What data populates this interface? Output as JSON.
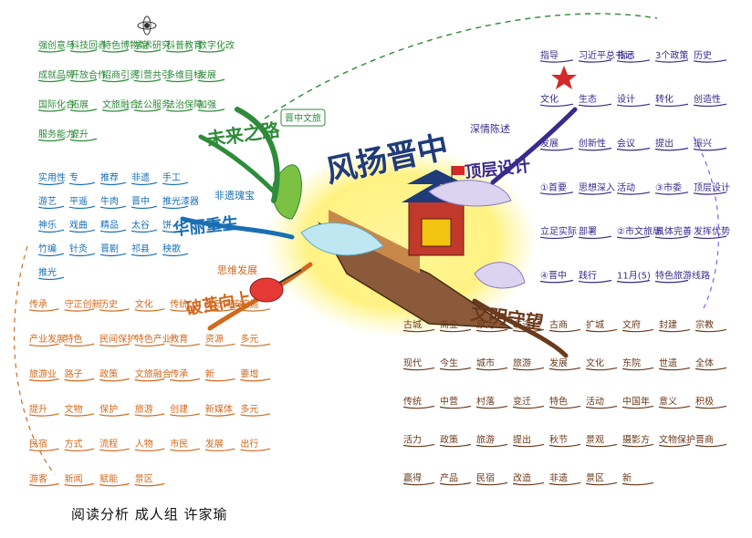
{
  "center": {
    "title": "风扬晋中",
    "stamp": "晋中文旅"
  },
  "branches": {
    "future": {
      "title": "未来之路",
      "color": "#2e8b3a",
      "leaves": [
        "强创意与",
        "科技回赤",
        "特色博物馆",
        "学术研究",
        "科普教育",
        "数字化改",
        "成就品牌",
        "开放合作",
        "招商引资",
        "引营共引",
        "多维目标",
        "发展",
        "国际化合",
        "拓展",
        "文旅融合",
        "法公服务",
        "法治保障",
        "加强",
        "服务能力",
        "提升"
      ]
    },
    "top_design": {
      "title": "顶层设计",
      "color": "#3a2a8c",
      "tag": "深情陈述",
      "leaves": [
        "指导",
        "习近平总书记",
        "指示",
        "3个政策",
        "历史",
        "文化",
        "生态",
        "设计",
        "转化",
        "创造性",
        "发展",
        "创新性",
        "会议",
        "提出",
        "振兴",
        "①首要",
        "思想深入",
        "活动",
        "③市委",
        "顶层设计",
        "立足实际",
        "部署",
        "②市文旅局",
        "具体完善",
        "发挥优势",
        "④晋中",
        "践行",
        "11月(5)",
        "特色旅游线路"
      ]
    },
    "culture": {
      "title": "文明守望",
      "color": "#6b3a1c",
      "leaves": [
        "古城",
        "商业",
        "原为",
        "非遗",
        "古商",
        "扩城",
        "文府",
        "封建",
        "宗教",
        "现代",
        "今生",
        "城市",
        "旅游",
        "发展",
        "文化",
        "东院",
        "世遗",
        "全体",
        "传统",
        "中营",
        "村落",
        "变迁",
        "特色",
        "活动",
        "中国年",
        "意义",
        "积极",
        "活力",
        "政策",
        "旅游",
        "提出",
        "秋节",
        "景观",
        "摄影方",
        "文物保护",
        "晋商",
        "赢得",
        "产品",
        "民宿",
        "改造",
        "非遗",
        "景区",
        "新"
      ]
    },
    "dev": {
      "title": "破茧向上",
      "color": "#d2691e",
      "tag": "思维发展",
      "leaves": [
        "传承",
        "守正创新",
        "历史",
        "文化",
        "传统",
        "党政同安",
        "挖掘",
        "产业发展",
        "特色",
        "民间保护",
        "特色产业",
        "教育",
        "资源",
        "多元",
        "旅游业",
        "路子",
        "政策",
        "文旅融合",
        "传承",
        "新",
        "要增",
        "提升",
        "文物",
        "保护",
        "旅游",
        "创建",
        "新媒体",
        "多元",
        "民宿",
        "方式",
        "流程",
        "人物",
        "市民",
        "发展",
        "出行",
        "游客",
        "新闻",
        "赋能",
        "景区"
      ]
    },
    "beauty": {
      "title": "华丽重生",
      "color": "#1a6fb3",
      "tag": "非遗瑰宝",
      "leaves": [
        "实用性",
        "专",
        "推荐",
        "非遗",
        "手工",
        "游艺",
        "平遥",
        "牛肉",
        "晋中",
        "推光漆器",
        "神乐",
        "戏曲",
        "精品",
        "太谷",
        "饼",
        "竹编",
        "针灸",
        "晋剧",
        "祁县",
        "秧歌",
        "推光"
      ]
    }
  },
  "footer": "阅读分析 成人组 许家瑜"
}
